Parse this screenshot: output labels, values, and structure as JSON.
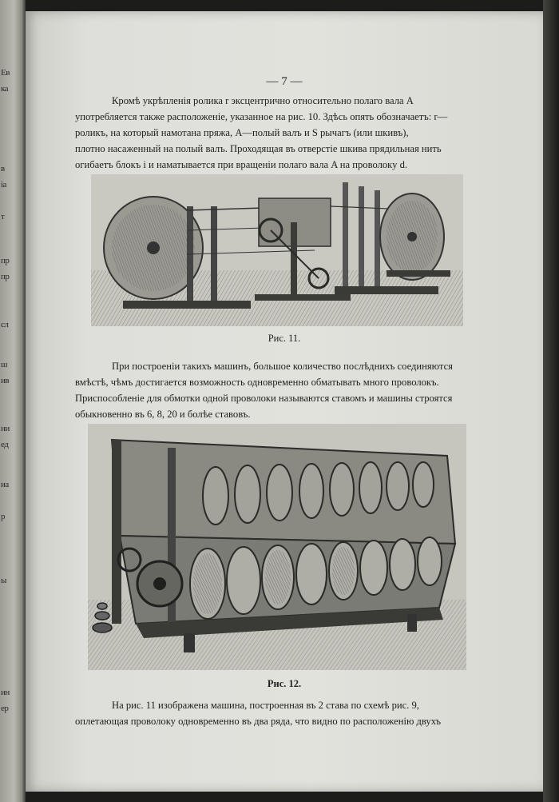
{
  "page": {
    "number": "— 7 —",
    "paragraphs": [
      {
        "lines": [
          "Кромѣ укрѣпленія ролика r эксцентрично относительно полаго вала A",
          "употребляется также расположеніе, указанное на рис. 10. Здѣсь опять обозначаетъ: r—",
          "роликъ, на который намотана пряжа, A—полый валъ и S рычагъ (или шкивъ),",
          "плотно насаженный на полый валъ. Проходящая въ отверстіе шкива прядильная нить",
          "огибаетъ блокъ i и наматывается при вращеніи полаго вала A на проволоку d."
        ]
      },
      {
        "lines": [
          "При построеніи такихъ машинъ, большое количество послѣднихъ соединяются",
          "вмѣстѣ, чѣмъ достигается возможность одновременно обматывать много проволокъ.",
          "Приспособленіе для обмотки одной проволоки называются ставомъ и машины строятся",
          "обыкновенно въ 6, 8, 20 и болѣе ставовъ."
        ]
      },
      {
        "lines": [
          "На рис. 11 изображена машина, построенная въ 2 става по схемѣ рис. 9,",
          "оплетающая проволоку одновременно въ два ряда, что видно по расположенію двухъ"
        ]
      }
    ],
    "figures": [
      {
        "caption": "Рис. 11."
      },
      {
        "caption": "Рис. 12."
      }
    ]
  },
  "left_page_fragments": [
    "Ев",
    "ка",
    "в",
    "ia",
    "т",
    "пр",
    "пр",
    "сл",
    "ш",
    "ив",
    "ни",
    "ед",
    "иа",
    "р",
    "ы",
    "ин",
    "ер"
  ],
  "colors": {
    "paper": "#e0e0db",
    "ink": "#1d1d1b",
    "background": "#1c1c1a"
  }
}
